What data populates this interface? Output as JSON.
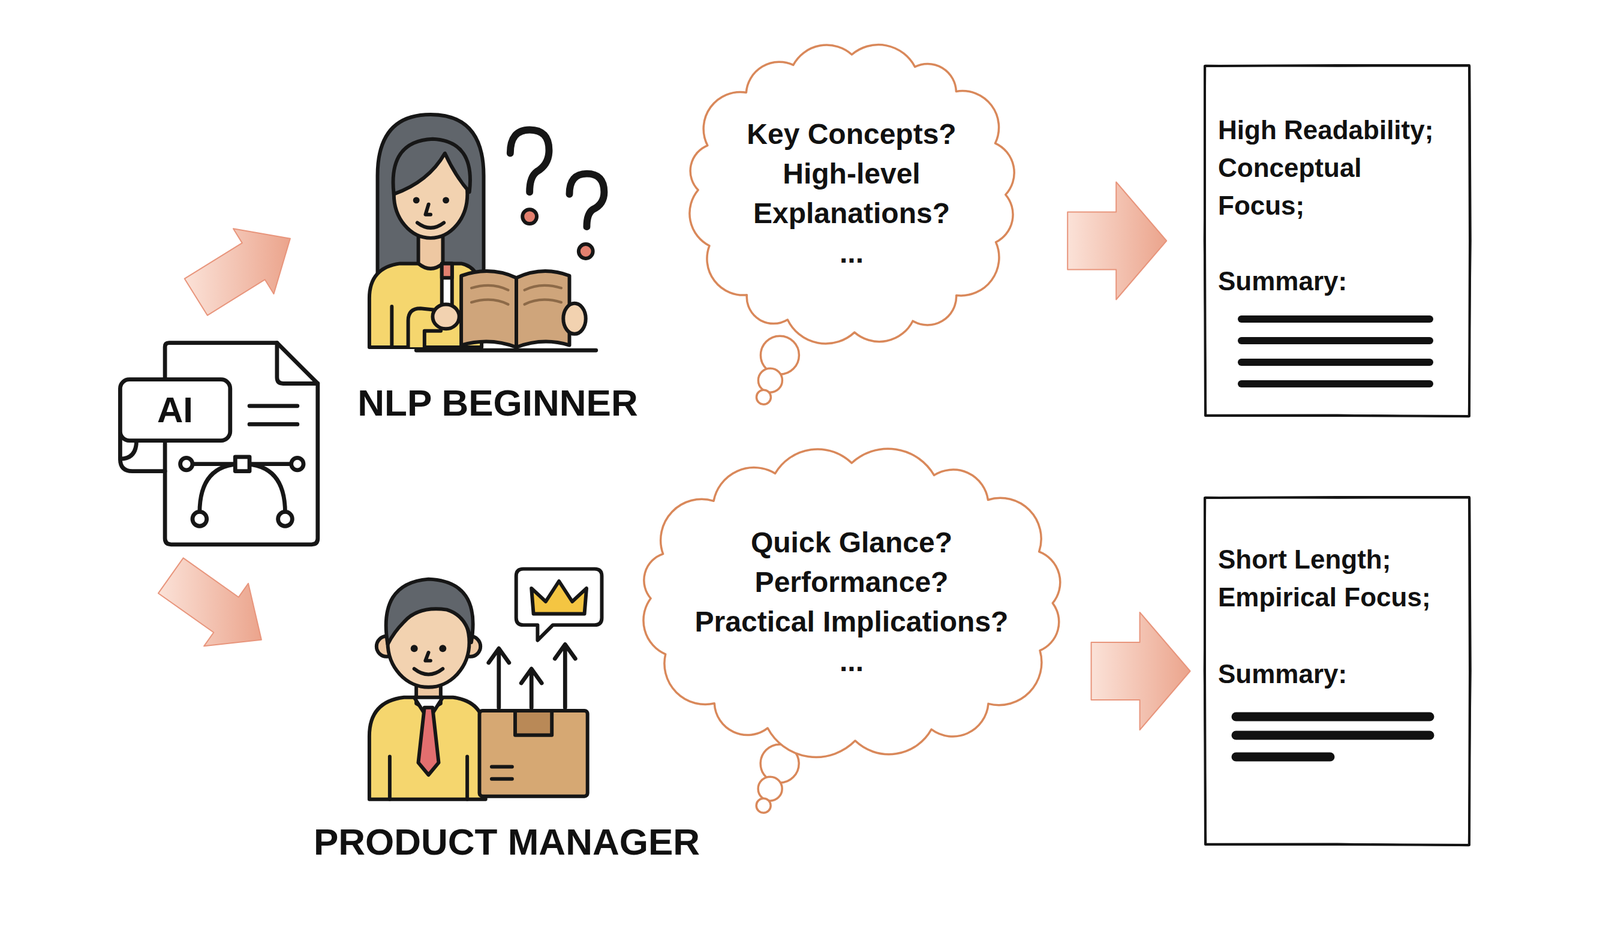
{
  "diagram": {
    "nodes": [
      {
        "text": [
          "AI"
        ]
      },
      {
        "text": [
          "NLP BEGINNER"
        ]
      },
      {
        "text": [
          "Key Concepts?",
          "High-level Explanations?",
          "..."
        ]
      },
      {
        "text": [
          "High Readability; Conceptual Focus;",
          "Summary:"
        ]
      },
      {
        "text": [
          "PRODUCT MANAGER"
        ]
      },
      {
        "text": [
          "Quick Glance?",
          "Performance?",
          "Practical Implications?",
          "..."
        ]
      },
      {
        "text": [
          "Short Length; Empirical Focus;",
          "Summary:"
        ]
      }
    ],
    "edges": [
      {
        "from": 0,
        "to": 1,
        "arrow": "to"
      },
      {
        "from": 0,
        "to": 4,
        "arrow": "to"
      },
      {
        "from": 2,
        "to": 3,
        "arrow": "to"
      },
      {
        "from": 5,
        "to": 6,
        "arrow": "to"
      }
    ]
  }
}
